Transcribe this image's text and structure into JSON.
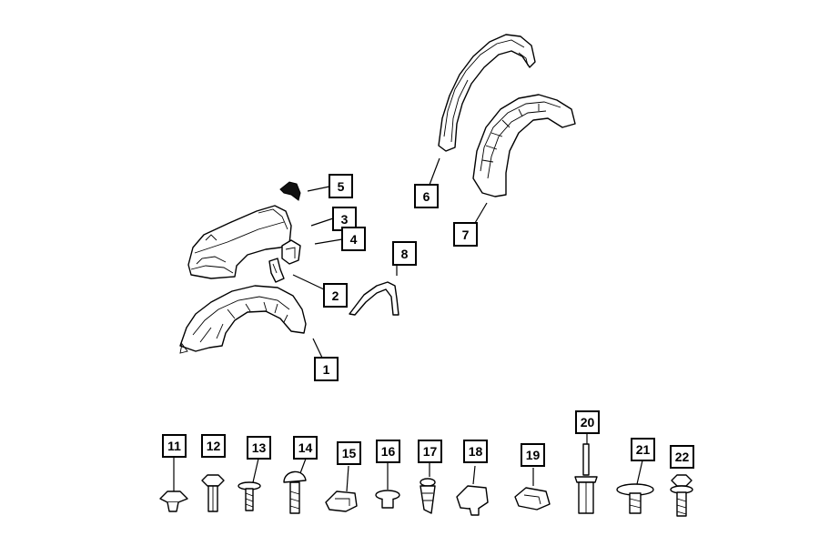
{
  "callouts": {
    "c1": "1",
    "c2": "2",
    "c3": "3",
    "c4": "4",
    "c5": "5",
    "c6": "6",
    "c7": "7",
    "c8": "8",
    "c11": "11",
    "c12": "12",
    "c13": "13",
    "c14": "14",
    "c15": "15",
    "c16": "16",
    "c17": "17",
    "c18": "18",
    "c19": "19",
    "c20": "20",
    "c21": "21",
    "c22": "22"
  },
  "colors": {
    "line": "#000000",
    "background": "#ffffff"
  }
}
